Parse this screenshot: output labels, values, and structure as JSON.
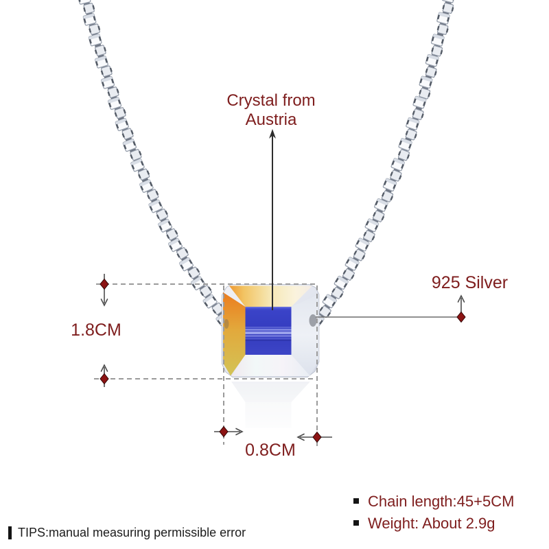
{
  "product": {
    "name": "crystal cube pendant necklace",
    "colors": {
      "accent_text": "#7e1d1d",
      "marker_diamond": "#8c1414",
      "cube_blue": "#333bbe",
      "cube_orange": "#ec7c1e",
      "chain_silver": "#f9fafc",
      "guide_gray": "#9a9a9a"
    }
  },
  "annotations": {
    "crystal_origin": "Crystal from Austria",
    "material": "925 Silver",
    "height": "1.8CM",
    "width": "0.8CM"
  },
  "specs": {
    "items": [
      {
        "label": "Chain length:45+5CM"
      },
      {
        "label": "Weight: About 2.9g"
      }
    ]
  },
  "tips": {
    "text": "TIPS:manual measuring permissible error"
  }
}
